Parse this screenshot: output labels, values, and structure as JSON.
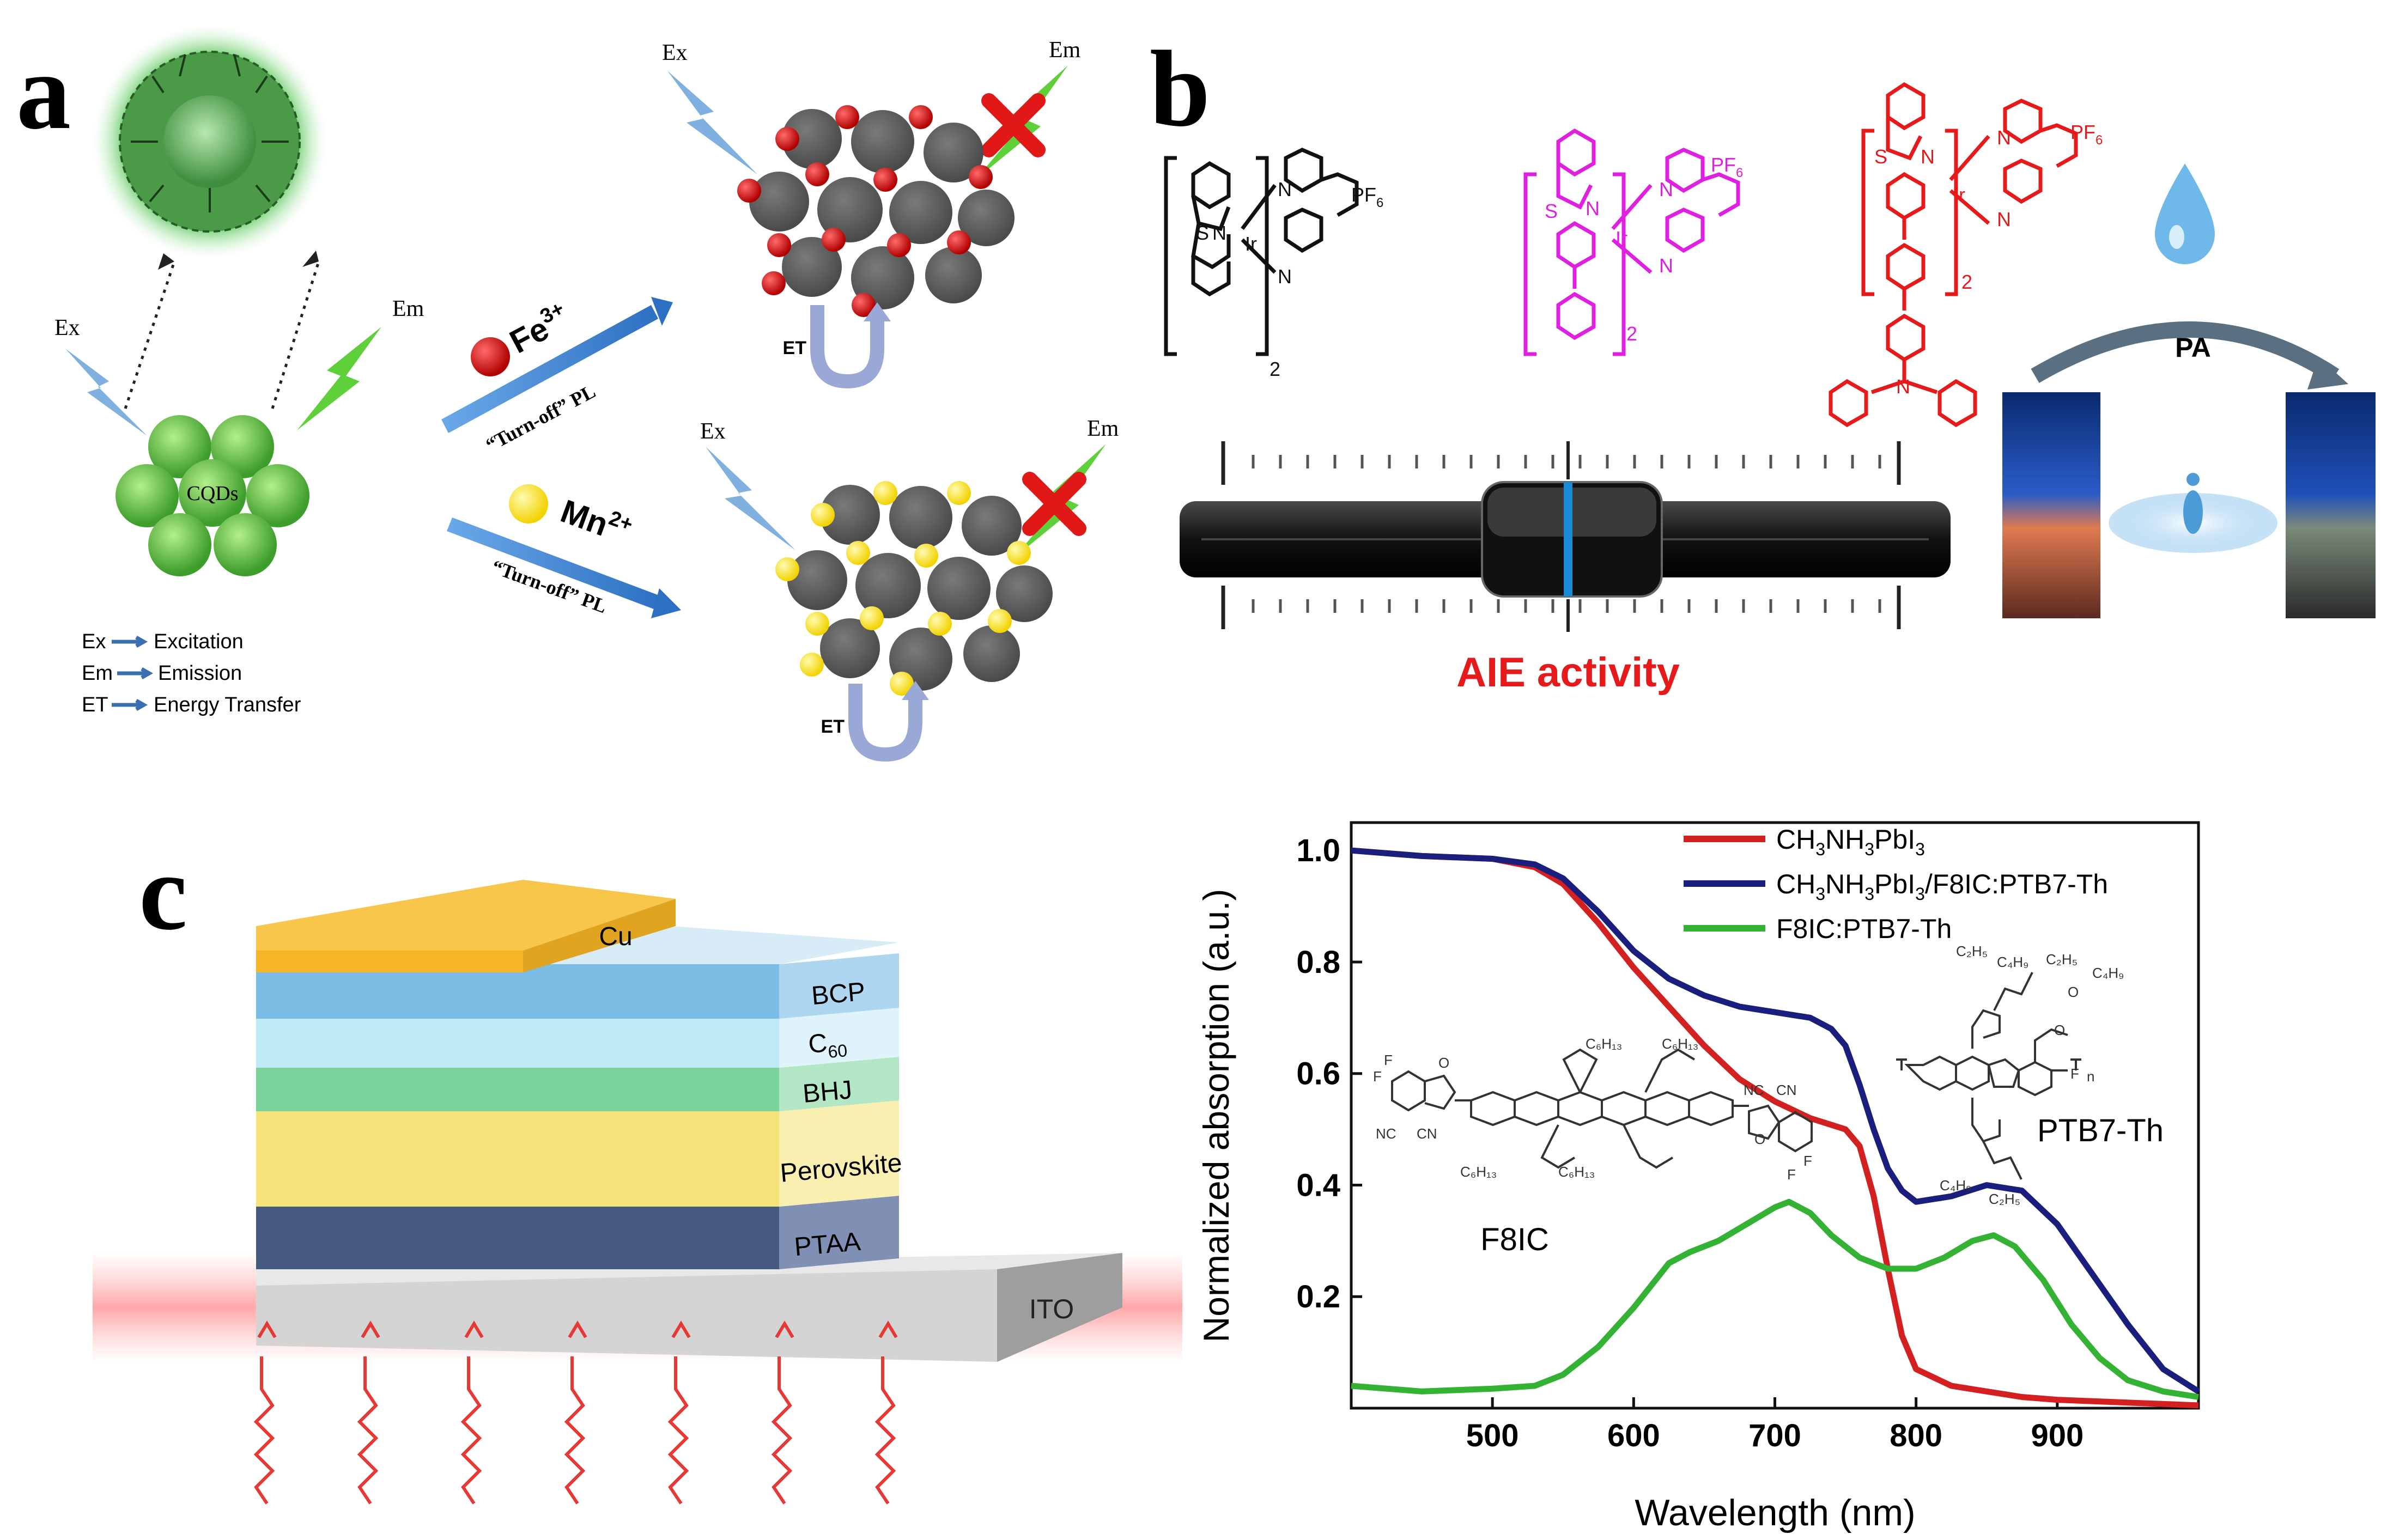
{
  "panel_a": {
    "label": "a",
    "ex": "Ex",
    "em": "Em",
    "cqds": "CQDs",
    "et": "ET",
    "fe_ion": "Fe",
    "fe_charge": "3+",
    "mn_ion": "Mn",
    "mn_charge": "2+",
    "turnoff": "“Turn-off” PL",
    "legend": [
      {
        "abbr": "Ex",
        "text": "Excitation"
      },
      {
        "abbr": "Em",
        "text": "Emission"
      },
      {
        "abbr": "ET",
        "text": "Energy Transfer"
      }
    ]
  },
  "panel_b": {
    "label": "b",
    "pf6": "PF",
    "pf6_sub": "6",
    "sub2": "2",
    "pa": "PA",
    "aie": "AIE activity"
  },
  "panel_c": {
    "label": "c",
    "layers": [
      "Cu",
      "BCP",
      "C",
      "BHJ",
      "Perovskite",
      "PTAA",
      "ITO"
    ],
    "c60_sub": "60",
    "colors": {
      "cu": "#f5b526",
      "bcp": "#7fbde6",
      "c60": "#bfe9f3",
      "bhj": "#7fd39a",
      "perovskite": "#f7e37a",
      "ptaa": "#4b5d8a",
      "ito": "#b9b9b9",
      "arrows": "#e53935"
    }
  },
  "chart_data": {
    "type": "line",
    "xlabel": "Wavelength (nm)",
    "ylabel": "Normalized absorption (a.u.)",
    "xlim": [
      400,
      1000
    ],
    "ylim": [
      0,
      1.05
    ],
    "xticks": [
      500,
      600,
      700,
      800,
      900
    ],
    "yticks": [
      0.2,
      0.4,
      0.6,
      0.8,
      1.0
    ],
    "xtick_labels": [
      "500",
      "600",
      "700",
      "800",
      "900"
    ],
    "ytick_labels": [
      "0.2",
      "0.4",
      "0.6",
      "0.8",
      "1.0"
    ],
    "legend_position": "top-right",
    "annotations": [
      "F8IC",
      "PTB7-Th"
    ],
    "series": [
      {
        "name_parts": [
          "CH",
          "3",
          "NH",
          "3",
          "PbI",
          "3"
        ],
        "color": "#d32020",
        "x": [
          400,
          450,
          500,
          530,
          550,
          575,
          600,
          625,
          650,
          675,
          700,
          725,
          750,
          760,
          770,
          780,
          790,
          800,
          825,
          850,
          875,
          900,
          950,
          1000
        ],
        "y": [
          1.0,
          0.99,
          0.985,
          0.97,
          0.94,
          0.87,
          0.79,
          0.72,
          0.65,
          0.59,
          0.55,
          0.52,
          0.5,
          0.47,
          0.38,
          0.25,
          0.13,
          0.07,
          0.04,
          0.03,
          0.02,
          0.015,
          0.01,
          0.005
        ]
      },
      {
        "name_parts": [
          "CH",
          "3",
          "NH",
          "3",
          "PbI",
          "3",
          "/F8IC:PTB7-Th"
        ],
        "color": "#1a1f7e",
        "x": [
          400,
          450,
          500,
          530,
          550,
          575,
          600,
          625,
          650,
          675,
          700,
          725,
          740,
          750,
          760,
          770,
          780,
          790,
          800,
          825,
          850,
          875,
          900,
          925,
          950,
          975,
          1000
        ],
        "y": [
          1.0,
          0.99,
          0.985,
          0.975,
          0.95,
          0.89,
          0.82,
          0.77,
          0.74,
          0.72,
          0.71,
          0.7,
          0.68,
          0.65,
          0.58,
          0.5,
          0.43,
          0.39,
          0.37,
          0.38,
          0.4,
          0.39,
          0.33,
          0.24,
          0.15,
          0.07,
          0.03
        ]
      },
      {
        "name_parts": [
          "F8IC:PTB7-Th"
        ],
        "color": "#33b233",
        "x": [
          400,
          450,
          500,
          530,
          550,
          575,
          600,
          625,
          640,
          660,
          680,
          700,
          710,
          725,
          740,
          760,
          780,
          800,
          820,
          840,
          855,
          870,
          890,
          910,
          930,
          950,
          975,
          1000
        ],
        "y": [
          0.04,
          0.03,
          0.035,
          0.04,
          0.06,
          0.11,
          0.18,
          0.26,
          0.28,
          0.3,
          0.33,
          0.36,
          0.37,
          0.35,
          0.31,
          0.27,
          0.25,
          0.25,
          0.27,
          0.3,
          0.31,
          0.29,
          0.23,
          0.15,
          0.09,
          0.05,
          0.03,
          0.02
        ]
      }
    ]
  }
}
